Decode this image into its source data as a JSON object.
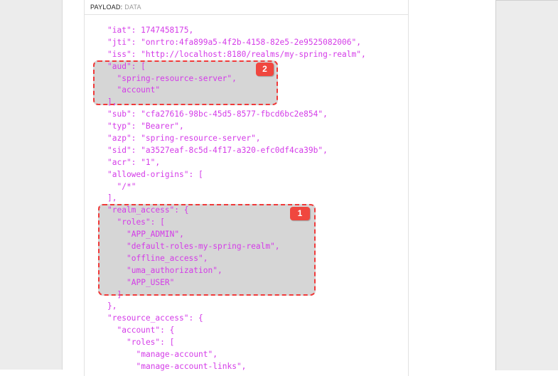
{
  "header": {
    "label": "PAYLOAD:",
    "sub": "DATA"
  },
  "highlights": [
    {
      "number": "2",
      "target": "aud"
    },
    {
      "number": "1",
      "target": "realm_access"
    }
  ],
  "code_lines": [
    "\"iat\": 1747458175,",
    "\"jti\": \"onrtro:4fa899a5-4f2b-4158-82e5-2e9525082006\",",
    "\"iss\": \"http://localhost:8180/realms/my-spring-realm\",",
    "\"aud\": [",
    "  \"spring-resource-server\",",
    "  \"account\"",
    "],",
    "\"sub\": \"cfa27616-98bc-45d5-8577-fbcd6bc2e854\",",
    "\"typ\": \"Bearer\",",
    "\"azp\": \"spring-resource-server\",",
    "\"sid\": \"a3527eaf-8c5d-4f17-a320-efc0df4ca39b\",",
    "\"acr\": \"1\",",
    "\"allowed-origins\": [",
    "  \"/*\"",
    "],",
    "\"realm_access\": {",
    "  \"roles\": [",
    "    \"APP_ADMIN\",",
    "    \"default-roles-my-spring-realm\",",
    "    \"offline_access\",",
    "    \"uma_authorization\",",
    "    \"APP_USER\"",
    "  ]",
    "},",
    "\"resource_access\": {",
    "  \"account\": {",
    "    \"roles\": [",
    "      \"manage-account\",",
    "      \"manage-account-links\","
  ]
}
